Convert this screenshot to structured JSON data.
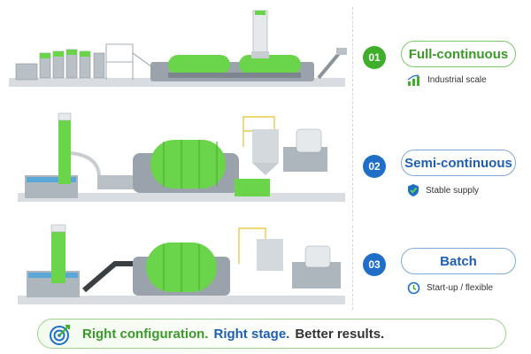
{
  "rows": [
    {
      "number": "01",
      "title": "Full-continuous",
      "subtitle": "Industrial scale",
      "theme": "green",
      "icon": "bar-chart-icon"
    },
    {
      "number": "02",
      "title": "Semi-continuous",
      "subtitle": "Stable supply",
      "theme": "blue",
      "icon": "shield-check-icon"
    },
    {
      "number": "03",
      "title": "Batch",
      "subtitle": "Start-up / flexible",
      "theme": "blue",
      "icon": "clock-icon"
    }
  ],
  "banner": {
    "part1": "Right configuration.",
    "part2": "Right stage.",
    "part3": "Better results.",
    "icon": "target-icon"
  },
  "colors": {
    "accent_green": "#3fae2a",
    "accent_blue": "#1f6fc9",
    "machine_green": "#6ad44a",
    "steel": "#c8cdd2"
  }
}
